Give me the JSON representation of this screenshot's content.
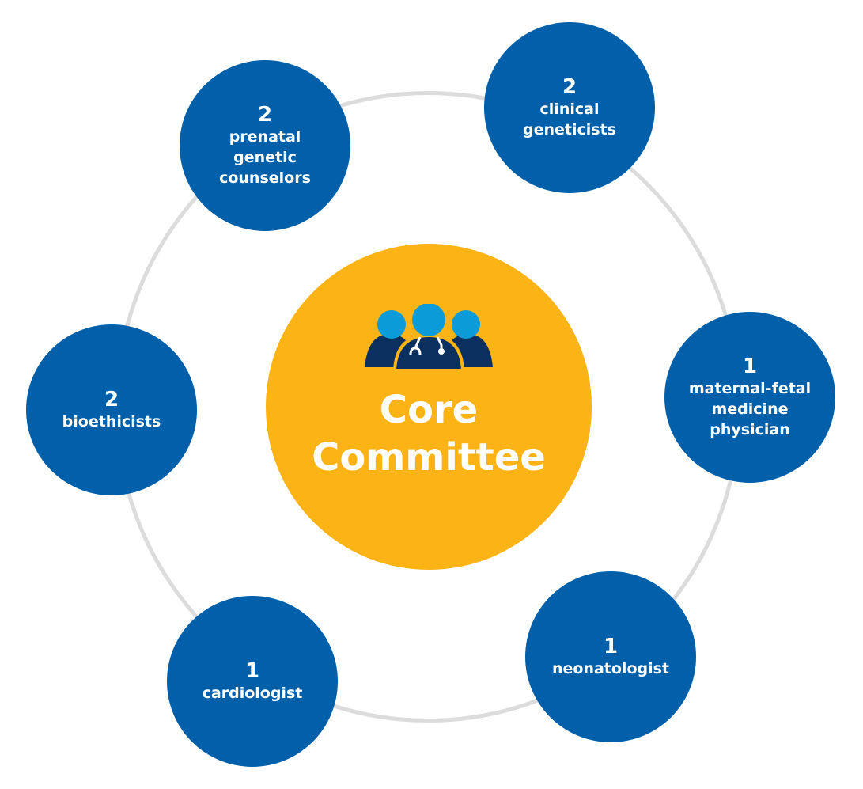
{
  "center": {
    "title_line1": "Core",
    "title_line2": "Committee",
    "icon": "medical-team-icon"
  },
  "members": [
    {
      "count": "2",
      "role_lines": [
        "prenatal",
        "genetic",
        "counselors"
      ]
    },
    {
      "count": "2",
      "role_lines": [
        "clinical",
        "geneticists"
      ]
    },
    {
      "count": "1",
      "role_lines": [
        "maternal-fetal",
        "medicine",
        "physician"
      ]
    },
    {
      "count": "1",
      "role_lines": [
        "neonatologist"
      ]
    },
    {
      "count": "1",
      "role_lines": [
        "cardiologist"
      ]
    },
    {
      "count": "2",
      "role_lines": [
        "bioethicists"
      ]
    }
  ],
  "colors": {
    "node": "#0160a9",
    "center": "#fbb316",
    "ring": "#dcdcdc",
    "icon_dark": "#0b2f5e",
    "icon_light": "#0a9bd8"
  }
}
